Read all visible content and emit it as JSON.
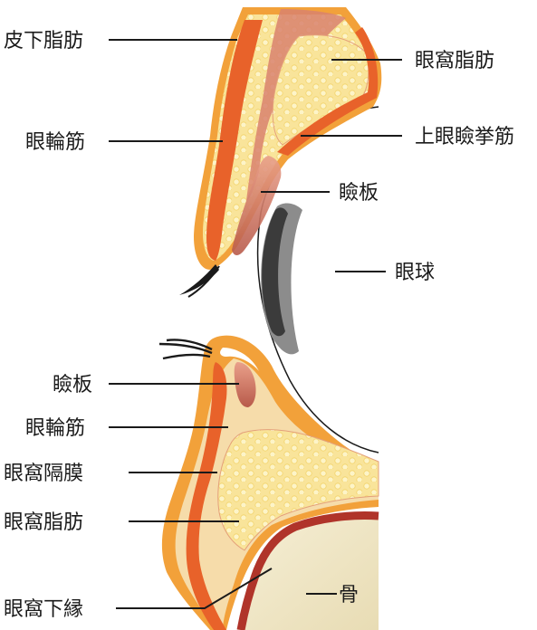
{
  "labels": {
    "subcutaneous_fat": "皮下脂肪",
    "orbital_fat_upper": "眼窩脂肪",
    "orbicularis_upper": "眼輪筋",
    "levator": "上眼瞼挙筋",
    "tarsus_upper": "瞼板",
    "eyeball": "眼球",
    "tarsus_lower": "瞼板",
    "orbicularis_lower": "眼輪筋",
    "orbital_septum": "眼窩隔膜",
    "orbital_fat_lower": "眼窩脂肪",
    "orbital_rim": "眼窩下縁",
    "bone": "骨"
  },
  "colors": {
    "skin_outline": "#f2a13a",
    "muscle": "#e8622a",
    "muscle_dark": "#d8481f",
    "fat_fill": "#f9e49a",
    "fat_dots": "#fdf4c8",
    "tarsus": "#c96a5a",
    "levator": "#d9826e",
    "eye_dark": "#3b3b3b",
    "eye_gray": "#8c8c8c",
    "bone_fill": "#f1e8c8",
    "bone_edge": "#b0342a",
    "septum": "#e9c98d",
    "line": "#1a1a1a"
  }
}
